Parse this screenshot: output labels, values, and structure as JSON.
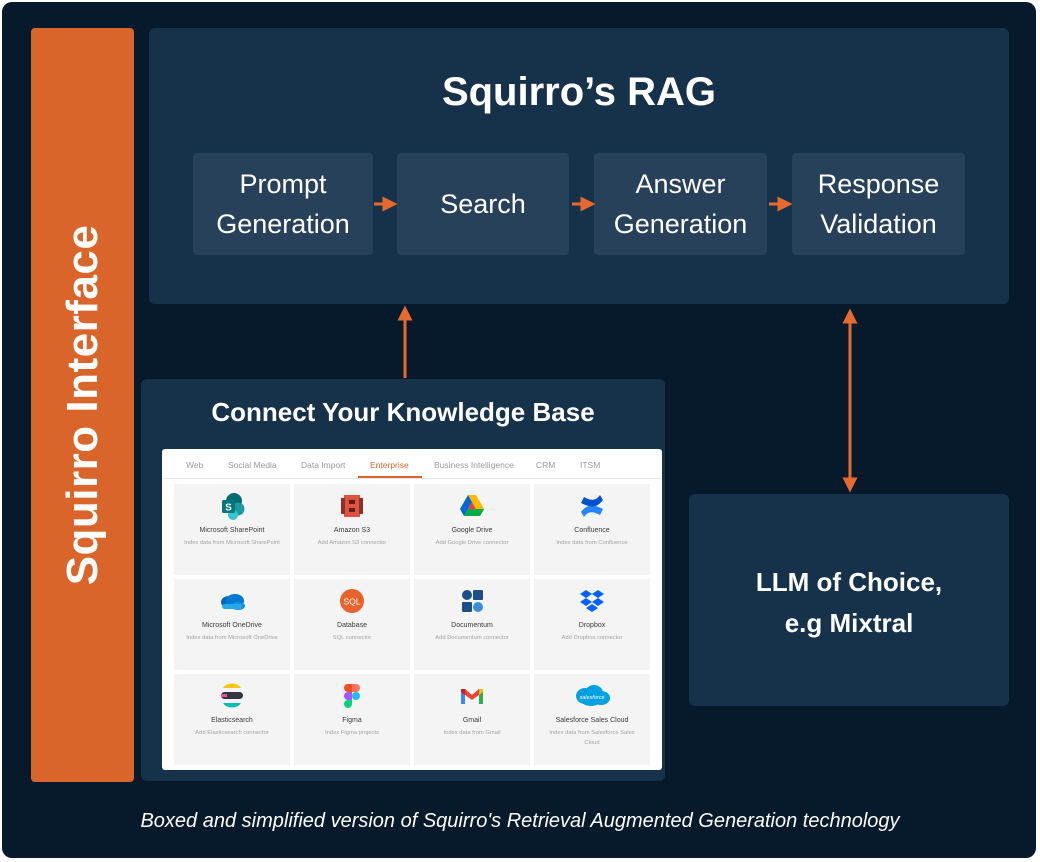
{
  "side_label": "Squirro Interface",
  "rag": {
    "title": "Squirro’s RAG",
    "stages": [
      {
        "line1": "Prompt",
        "line2": "Generation"
      },
      {
        "line1": "Search",
        "line2": ""
      },
      {
        "line1": "Answer",
        "line2": "Generation"
      },
      {
        "line1": "Response",
        "line2": "Validation"
      }
    ]
  },
  "knowledge_base": {
    "title": "Connect Your Knowledge Base",
    "tabs": [
      "Web",
      "Social Media",
      "Data Import",
      "Enterprise",
      "Business Intelligence",
      "CRM",
      "ITSM"
    ],
    "active_tab": "Enterprise",
    "connectors": [
      {
        "name": "Microsoft SharePoint",
        "desc": "Index data from Microsoft SharePoint",
        "icon": "sharepoint-icon"
      },
      {
        "name": "Amazon S3",
        "desc": "Add Amazon S3 connector",
        "icon": "amazon-s3-icon"
      },
      {
        "name": "Google Drive",
        "desc": "Add Google Drive connector",
        "icon": "google-drive-icon"
      },
      {
        "name": "Confluence",
        "desc": "Index data from Confluence",
        "icon": "confluence-icon"
      },
      {
        "name": "Microsoft OneDrive",
        "desc": "Index data from Microsoft OneDrive",
        "icon": "onedrive-icon"
      },
      {
        "name": "Database",
        "desc": "SQL connector",
        "icon": "database-sql-icon",
        "icon_text": "SQL"
      },
      {
        "name": "Documentum",
        "desc": "Add Documentum connector",
        "icon": "documentum-icon"
      },
      {
        "name": "Dropbox",
        "desc": "Add Dropbox connector",
        "icon": "dropbox-icon"
      },
      {
        "name": "Elasticsearch",
        "desc": "Add Elasticsearch connector",
        "icon": "elasticsearch-icon"
      },
      {
        "name": "Figma",
        "desc": "Index Figma projects",
        "icon": "figma-icon"
      },
      {
        "name": "Gmail",
        "desc": "Index data from Gmail",
        "icon": "gmail-icon"
      },
      {
        "name": "Salesforce Sales Cloud",
        "desc": "Index data from Salesforce Sales Cloud",
        "icon": "salesforce-icon",
        "icon_text": "salesforce"
      }
    ]
  },
  "llm": {
    "line1": "LLM of Choice,",
    "line2": "e.g Mixtral"
  },
  "caption": "Boxed and simplified version of Squirro's Retrieval Augmented Generation technology",
  "colors": {
    "background": "#061a2c",
    "panel": "#16324a",
    "stage": "#27415a",
    "accent": "#d9652a"
  }
}
